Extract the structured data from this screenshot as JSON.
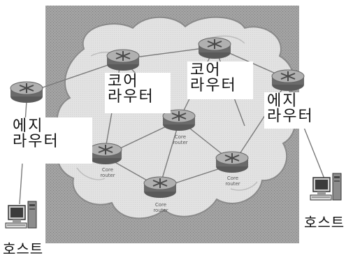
{
  "labels": {
    "core_router_left": "코어\n라우터",
    "core_router_mid": "코어\n라우터",
    "edge_router_right": "에지\n라우터",
    "edge_router_left": "에지\n라우터",
    "host_left": "호스트",
    "host_right": "호스트"
  },
  "small_labels": {
    "core_center": "Core\nrouter",
    "core_lower_left": "Core\nrouter",
    "core_bottom": "Core\nrouter",
    "core_lower_right": "Core\nrouter"
  },
  "colors": {
    "backdrop": "#9a9a9a",
    "cloud": "#e4e4e4",
    "cloud_edge": "#8a8a8a",
    "router_body": "#6f6f6f",
    "router_top": "#a7a7a7",
    "link": "#7a7a7a"
  }
}
